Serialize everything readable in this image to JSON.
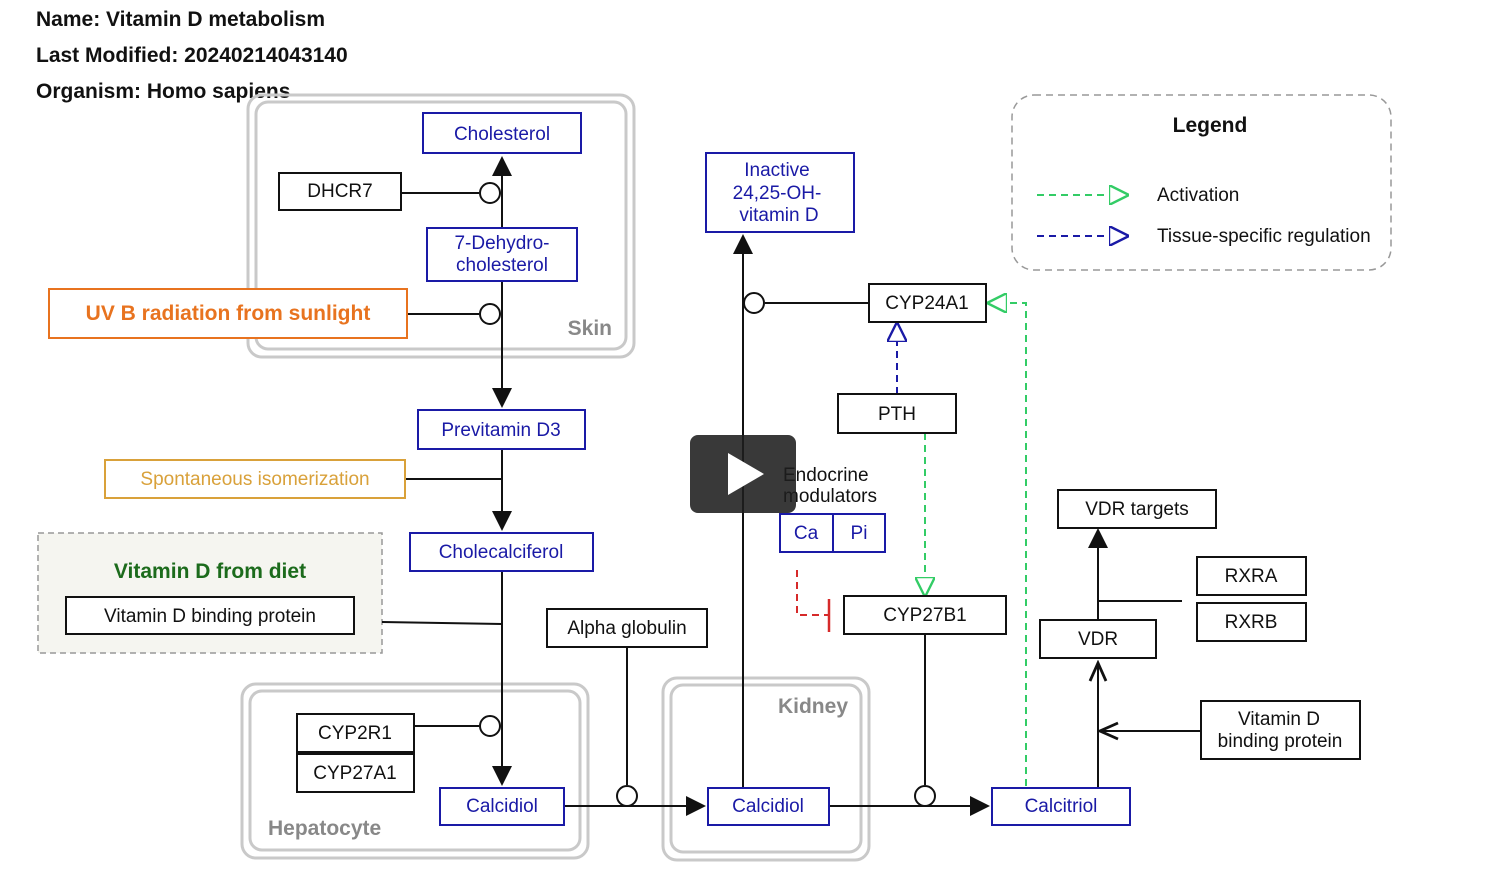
{
  "header": {
    "name_line": "Name: Vitamin D metabolism",
    "modified_line": "Last Modified: 20240214043140",
    "organism_line": "Organism: Homo sapiens"
  },
  "compartments": {
    "skin": "Skin",
    "hepatocyte": "Hepatocyte",
    "kidney": "Kidney",
    "diet": "Vitamin D from diet"
  },
  "legend": {
    "title": "Legend",
    "activation": "Activation",
    "tissue_specific": "Tissue-specific regulation"
  },
  "metabolites": {
    "cholesterol": "Cholesterol",
    "dehydro_1": "7-Dehydro-",
    "dehydro_2": "cholesterol",
    "previtamin": "Previtamin D3",
    "cholecalciferol": "Cholecalciferol",
    "calcidiol_liver": "Calcidiol",
    "calcidiol_kidney": "Calcidiol",
    "calcitriol": "Calcitriol",
    "inactive_1": "Inactive",
    "inactive_2": "24,25-OH-",
    "inactive_3": "vitamin D",
    "ca": "Ca",
    "pi": "Pi"
  },
  "genes": {
    "dhcr7": "DHCR7",
    "cyp2r1": "CYP2R1",
    "cyp27a1": "CYP27A1",
    "alpha_globulin": "Alpha globulin",
    "vdbp_diet": "Vitamin D binding protein",
    "cyp24a1": "CYP24A1",
    "pth": "PTH",
    "cyp27b1": "CYP27B1",
    "vdr_targets": "VDR targets",
    "rxra": "RXRA",
    "rxrb": "RXRB",
    "vdr": "VDR",
    "vdbp_1": "Vitamin D",
    "vdbp_2": "binding protein"
  },
  "labels": {
    "uvb": "UV B radiation from sunlight",
    "isomerization": "Spontaneous isomerization",
    "endocrine_1": "Endocrine",
    "endocrine_2": "modulators"
  },
  "colors": {
    "metabolite": "#1a1aa6",
    "gene": "#111111",
    "uvb": "#e8731f",
    "isomerization": "#d9a13a",
    "diet_title": "#1c6b1c",
    "activation": "#33cc66",
    "tissue_specific": "#1a1aa6",
    "inhibition": "#d62a2a",
    "compartment": "#bdbdbd"
  },
  "media": {
    "play_icon": "play-icon"
  }
}
